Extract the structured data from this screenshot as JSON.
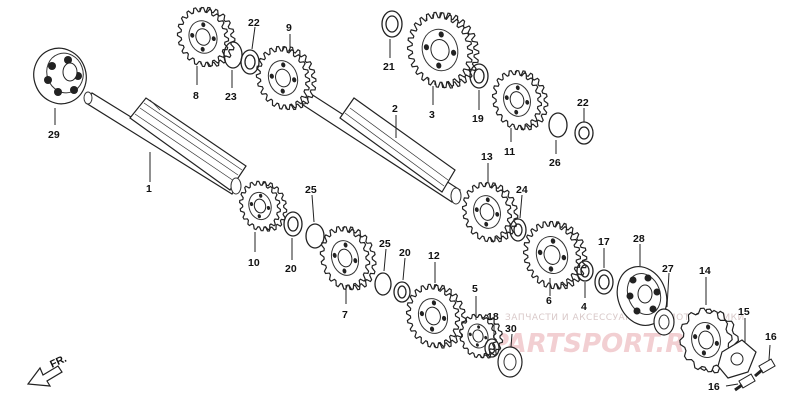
{
  "diagram": {
    "parts": [
      {
        "id": "p1",
        "label": "1"
      },
      {
        "id": "p2",
        "label": "2"
      },
      {
        "id": "p3",
        "label": "3"
      },
      {
        "id": "p4",
        "label": "4"
      },
      {
        "id": "p5",
        "label": "5"
      },
      {
        "id": "p6",
        "label": "6"
      },
      {
        "id": "p7",
        "label": "7"
      },
      {
        "id": "p8",
        "label": "8"
      },
      {
        "id": "p9",
        "label": "9"
      },
      {
        "id": "p10",
        "label": "10"
      },
      {
        "id": "p11",
        "label": "11"
      },
      {
        "id": "p12",
        "label": "12"
      },
      {
        "id": "p13",
        "label": "13"
      },
      {
        "id": "p14",
        "label": "14"
      },
      {
        "id": "p15",
        "label": "15"
      },
      {
        "id": "p16a",
        "label": "16"
      },
      {
        "id": "p16b",
        "label": "16"
      },
      {
        "id": "p17",
        "label": "17"
      },
      {
        "id": "p18",
        "label": "18"
      },
      {
        "id": "p19",
        "label": "19"
      },
      {
        "id": "p20a",
        "label": "20"
      },
      {
        "id": "p20b",
        "label": "20"
      },
      {
        "id": "p21",
        "label": "21"
      },
      {
        "id": "p22a",
        "label": "22"
      },
      {
        "id": "p22b",
        "label": "22"
      },
      {
        "id": "p23",
        "label": "23"
      },
      {
        "id": "p24",
        "label": "24"
      },
      {
        "id": "p25a",
        "label": "25"
      },
      {
        "id": "p25b",
        "label": "25"
      },
      {
        "id": "p26",
        "label": "26"
      },
      {
        "id": "p27",
        "label": "27"
      },
      {
        "id": "p28",
        "label": "28"
      },
      {
        "id": "p29",
        "label": "29"
      },
      {
        "id": "p30",
        "label": "30"
      }
    ],
    "direction_label": "FR.",
    "watermark": {
      "line1": "ЗАПЧАСТИ И АКСЕССУАРЫ ДЛЯ МОТОТЕХНИКИ",
      "logo": "PARTSPORT.RU"
    },
    "colors": {
      "ink": "#222222",
      "background": "#ffffff",
      "watermark": "#f2cfd2"
    }
  }
}
